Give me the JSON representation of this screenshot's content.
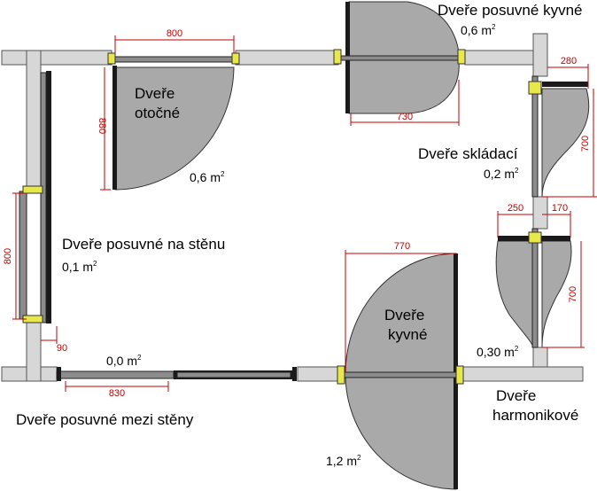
{
  "doors": {
    "otocne": {
      "title_line1": "Dveře",
      "title_line2": "otočné",
      "area": "0,6 m",
      "width": "800",
      "height": "880"
    },
    "posuvne_kyvne": {
      "title": "Dveře posuvné kyvné",
      "area": "0,6 m",
      "width": "730"
    },
    "skladaci": {
      "title": "Dveře skládací",
      "area": "0,2 m",
      "width": "280",
      "height": "700"
    },
    "posuvne_na_stenu": {
      "title": "Dveře posuvné na stěnu",
      "area": "0,1 m",
      "height": "800",
      "offset": "90"
    },
    "kyvne": {
      "title_line1": "Dveře",
      "title_line2": "kyvné",
      "area": "1,2 m",
      "width": "770"
    },
    "harmonikove": {
      "title_line1": "Dveře",
      "title_line2": "harmonikové",
      "area": "0,30 m",
      "width_left": "250",
      "width_right": "170",
      "height": "700"
    },
    "posuvne_mezi_steny": {
      "title": "Dveře posuvné mezi stěny",
      "area": "0,0 m",
      "width": "830"
    }
  },
  "units": {
    "squared": "2"
  }
}
